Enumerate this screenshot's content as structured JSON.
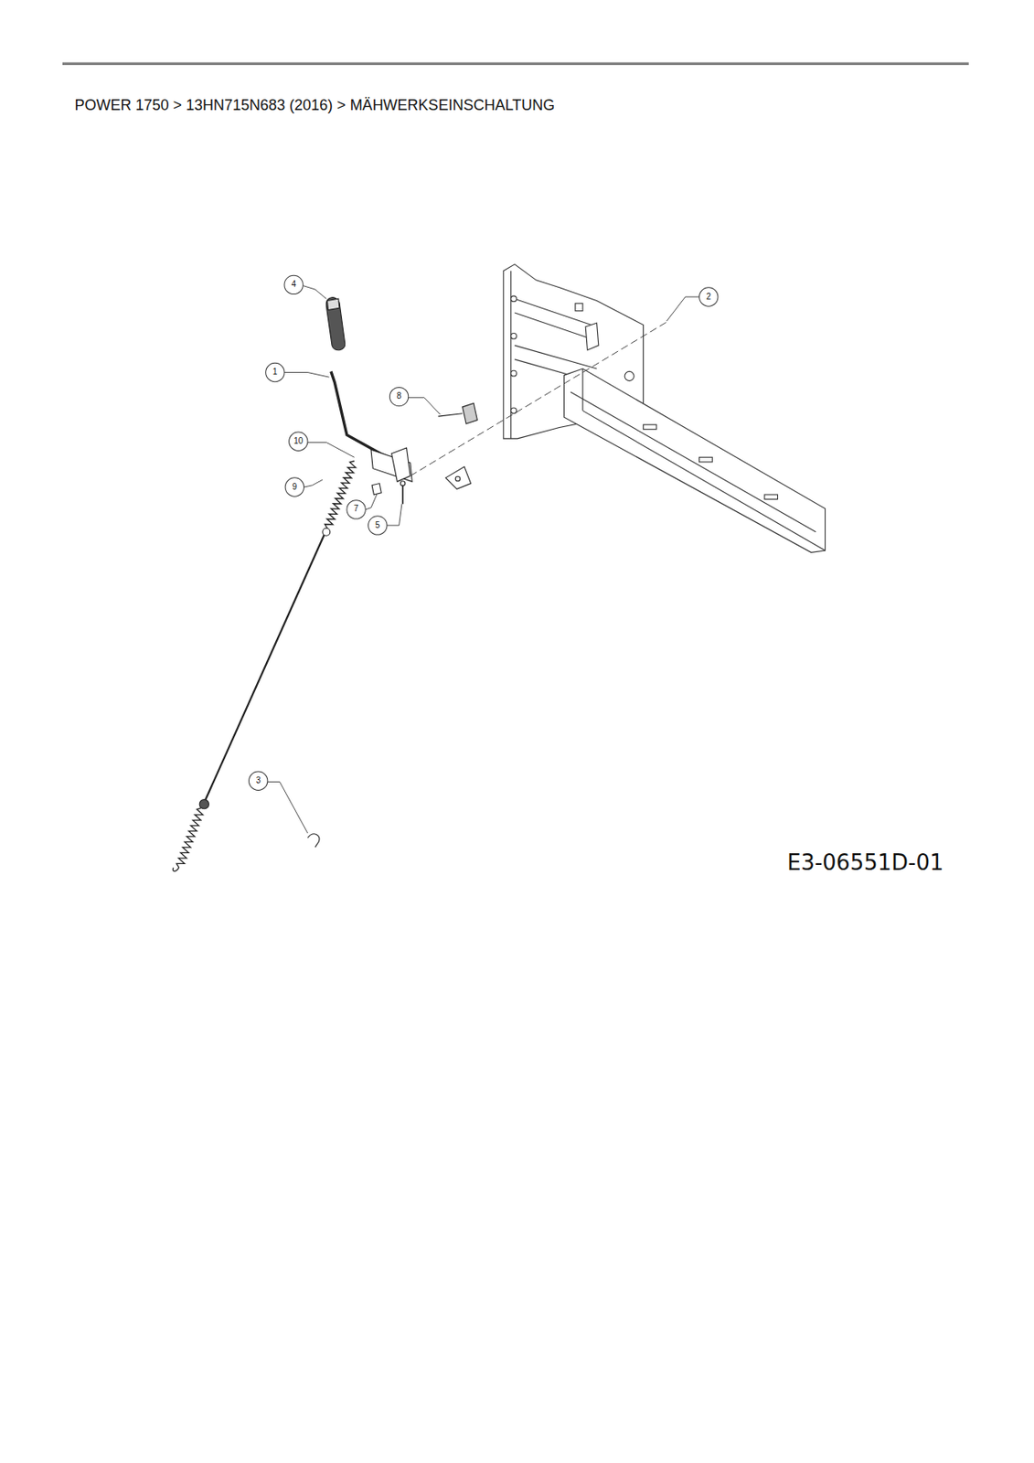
{
  "diagram": {
    "title": "POWER 1750  >  13HN715N683 (2016)  >  MÄHWERKSEINSCHALTUNG",
    "labels": [
      "4",
      "2",
      "1",
      "8",
      "10",
      "9",
      "7",
      "5",
      "3",
      "E3-06551D-01"
    ]
  }
}
